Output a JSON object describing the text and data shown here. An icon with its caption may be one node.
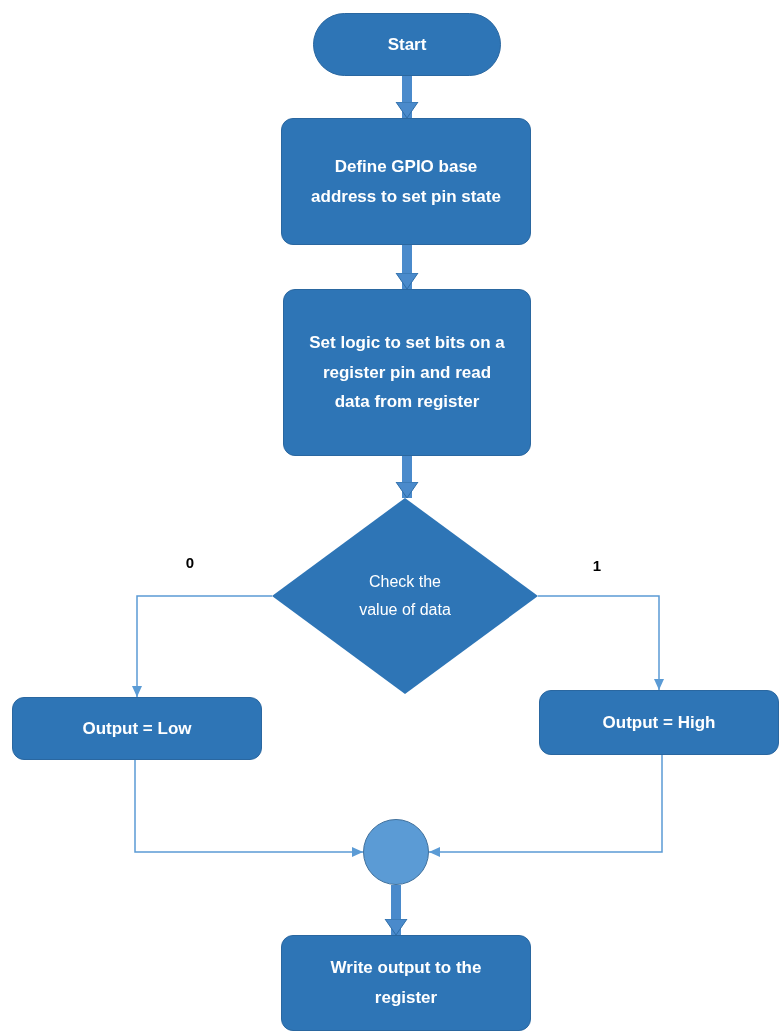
{
  "diagram": {
    "nodes": [
      {
        "text": [
          "Start"
        ]
      },
      {
        "text": [
          "Define GPIO base address to set pin state"
        ]
      },
      {
        "text": [
          "Set logic to set bits on a register pin and read data from register"
        ]
      },
      {
        "text": [
          "Check the value of data"
        ]
      },
      {
        "text": [
          "Output = Low"
        ]
      },
      {
        "text": [
          "Output = High"
        ]
      },
      {
        "text": [],
        "shape": "circle"
      },
      {
        "text": [
          "Write output to the register"
        ]
      }
    ],
    "edges": [
      {
        "from": 0,
        "to": 1,
        "arrow": "to",
        "style": "thick"
      },
      {
        "from": 1,
        "to": 2,
        "arrow": "to",
        "style": "thick"
      },
      {
        "from": 2,
        "to": 3,
        "arrow": "to",
        "style": "thick"
      },
      {
        "from": 3,
        "to": 4,
        "arrow": "to",
        "label": "0"
      },
      {
        "from": 3,
        "to": 5,
        "arrow": "to",
        "label": "1"
      },
      {
        "from": 4,
        "to": 6,
        "arrow": "to"
      },
      {
        "from": 5,
        "to": 6,
        "arrow": "to"
      },
      {
        "from": 6,
        "to": 7,
        "arrow": "to",
        "style": "thick"
      }
    ]
  }
}
